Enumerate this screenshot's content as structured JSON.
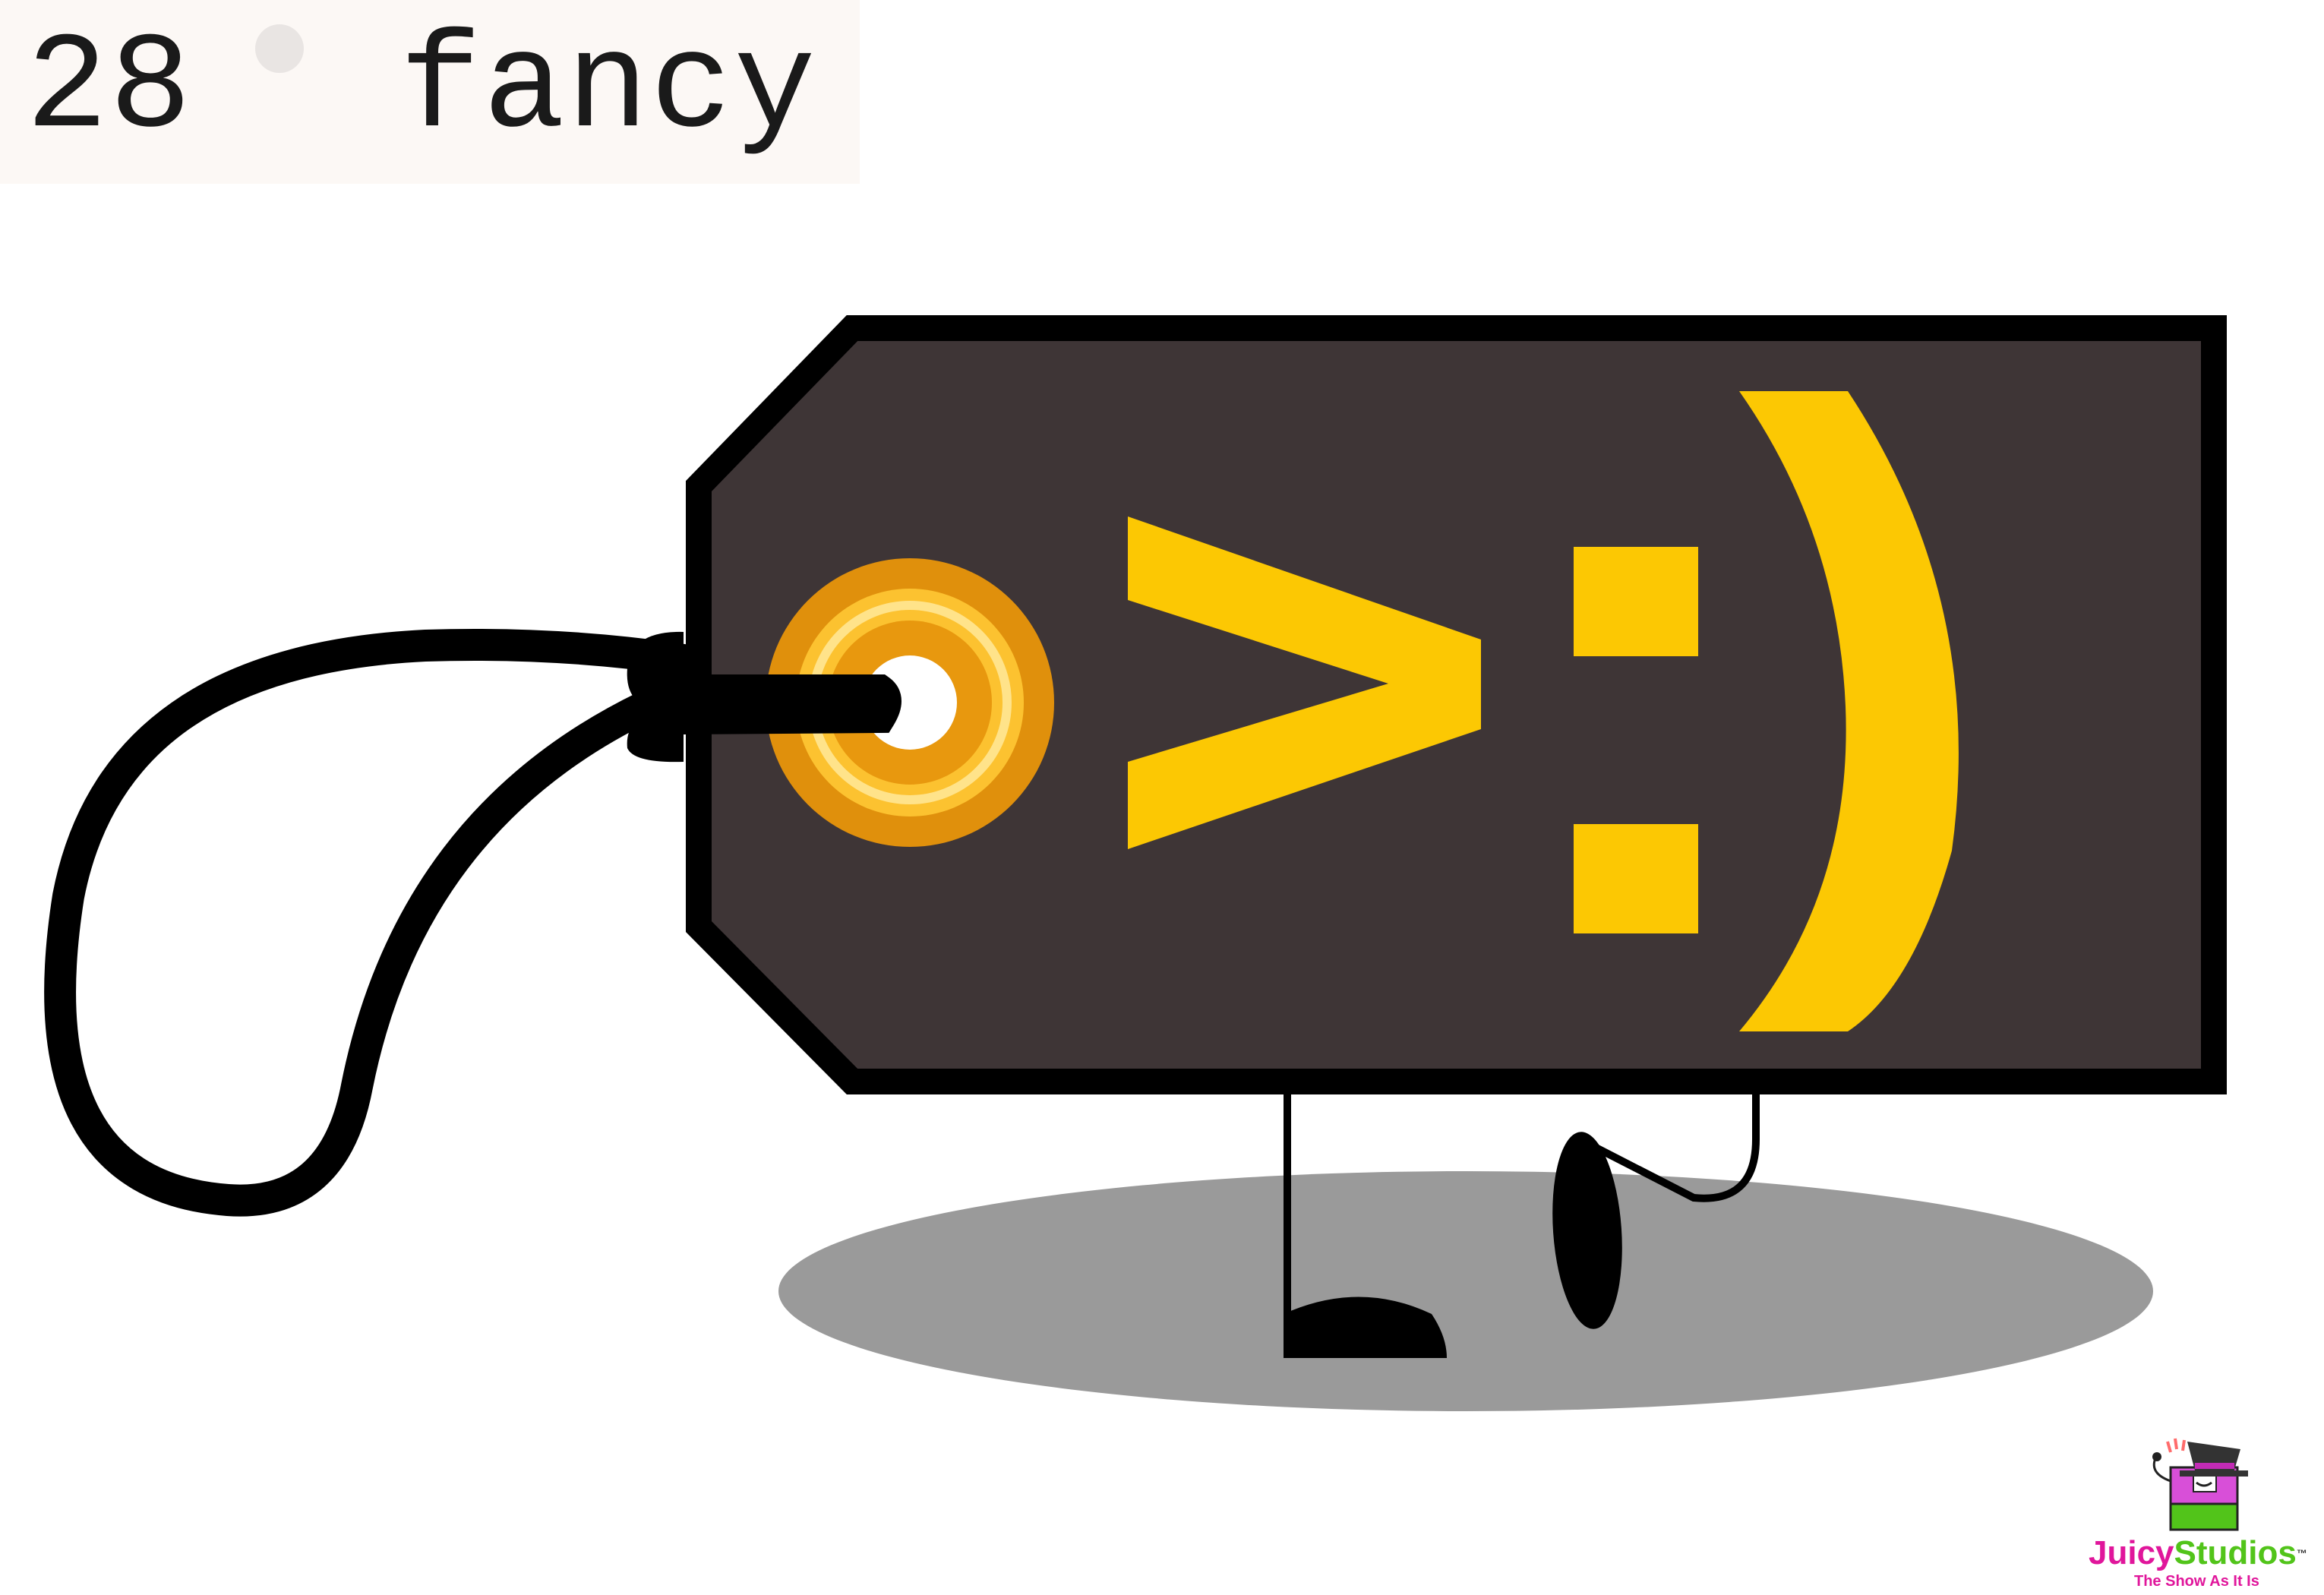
{
  "caption": {
    "number": "28",
    "word": "fancy"
  },
  "character": {
    "face": ">:)",
    "colors": {
      "tag_body": "#3e3536",
      "outline": "#000000",
      "face": "#fcc803",
      "eyelet_outer": "#e0900c",
      "eyelet_inner": "#fcc230",
      "shadow": "#9a9a9a"
    }
  },
  "watermark": {
    "brand_part1": "Juicy",
    "brand_part2": "Studios",
    "trademark": "™",
    "tagline": "The Show As It Is",
    "colors": {
      "juicy": "#e0169b",
      "studios": "#52c41a"
    }
  }
}
